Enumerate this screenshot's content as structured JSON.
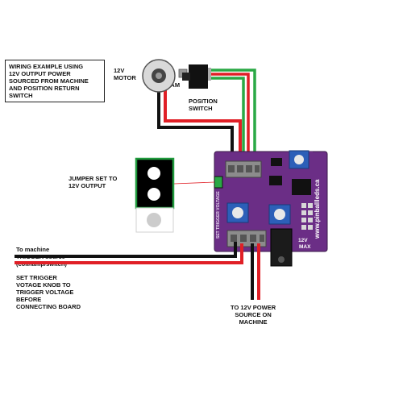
{
  "title_box": "WIRING EXAMPLE USING\n12V OUTPUT POWER\nSOURCED FROM MACHINE\nAND POSITION RETURN\nSWITCH",
  "motor_label": "12V\nMOTOR",
  "cam_label": "CAM",
  "switch_label": "POSITION\nSWITCH",
  "jumper_label": "JUMPER SET TO\n12V OUTPUT",
  "trigger_label": "To machine\nTRIGGER source\n(coil/lamp/switch)",
  "trigger_note": "SET TRIGGER\nVOTAGE KNOB TO\nTRIGGER VOLTAGE\nBEFORE\nCONNECTING BOARD",
  "power_label": "TO 12V POWER\nSOURCE ON\nMACHINE",
  "board": {
    "url": "www.pinballleds.ca",
    "side_text": "SET TRIGGER VOLTAGE",
    "max_label": "12V\nMAX"
  },
  "colors": {
    "board": "#6b2e86",
    "wire_red": "#e01f26",
    "wire_black": "#111111",
    "wire_green": "#2aa845",
    "jumper_border": "#1f9a3c",
    "pot_blue": "#2c5fb8"
  }
}
